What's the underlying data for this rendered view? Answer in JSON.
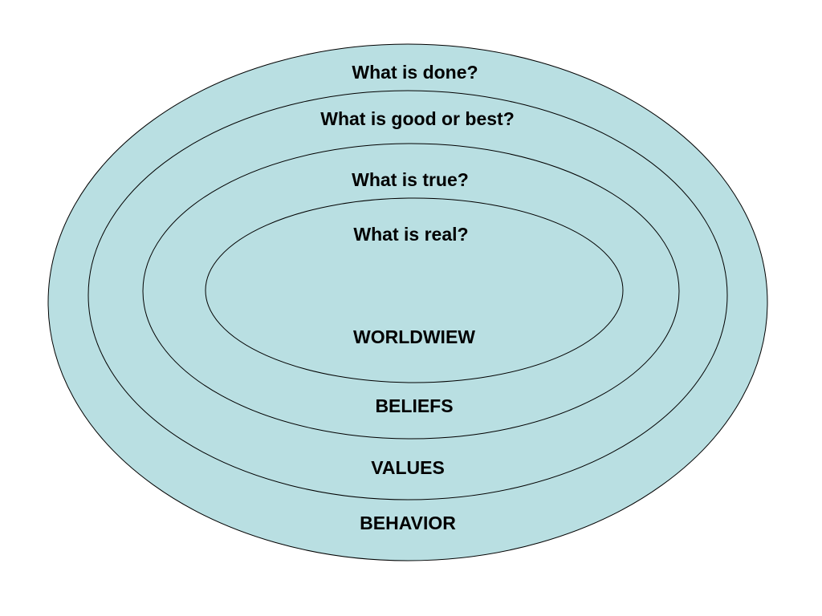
{
  "colors": {
    "fill": "#b9dfe2",
    "stroke": "#000000"
  },
  "layers": [
    {
      "name": "BEHAVIOR",
      "question": "What is done?"
    },
    {
      "name": "VALUES",
      "question": "What is good or best?"
    },
    {
      "name": "BELIEFS",
      "question": "What is true?"
    },
    {
      "name": "WORLDWIEW",
      "question": "What is real?"
    }
  ]
}
